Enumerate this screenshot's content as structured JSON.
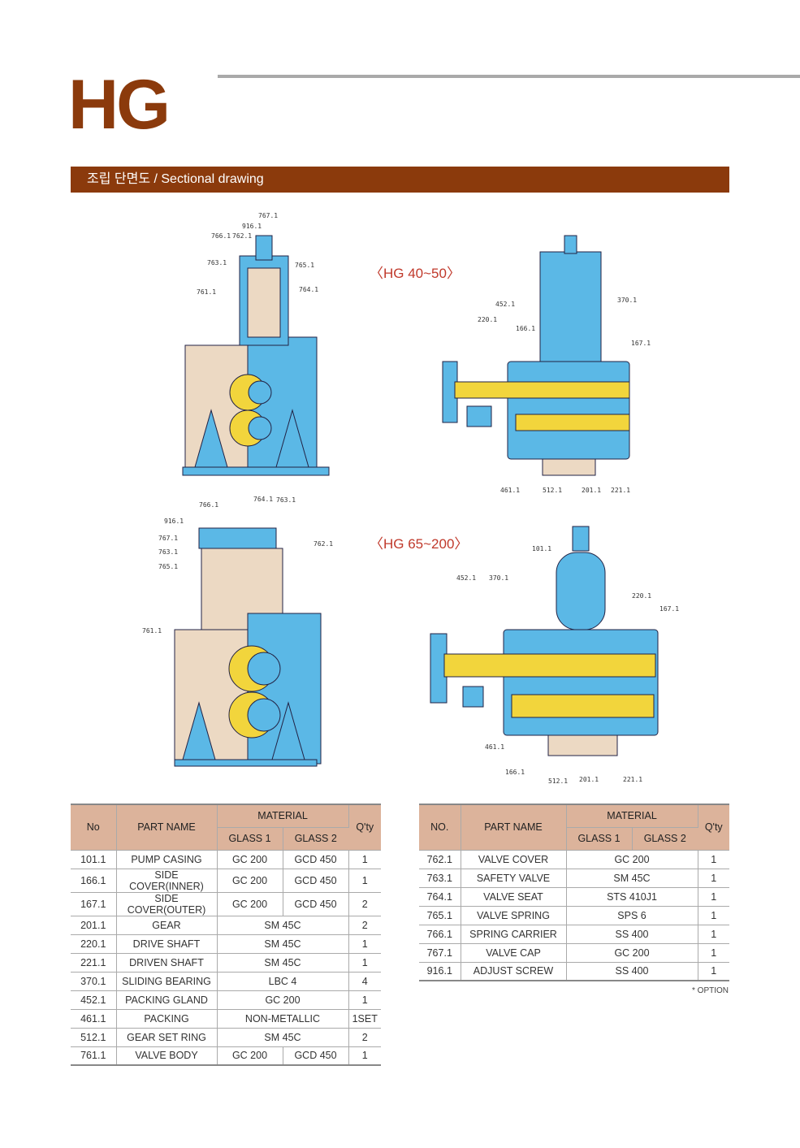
{
  "brand": "HG",
  "section_title": "조립 단면도 / Sectional drawing",
  "models": [
    "〈HG 40~50〉",
    "〈HG 65~200〉"
  ],
  "diagrams": {
    "top_left": [
      "767.1",
      "916.1",
      "766.1",
      "762.1",
      "763.1",
      "765.1",
      "761.1",
      "764.1"
    ],
    "top_right": [
      "452.1",
      "220.1",
      "166.1",
      "370.1",
      "167.1",
      "461.1",
      "512.1",
      "201.1",
      "221.1"
    ],
    "bottom_left": [
      "766.1",
      "764.1",
      "763.1",
      "916.1",
      "767.1",
      "763.1",
      "765.1",
      "762.1",
      "761.1"
    ],
    "bottom_right": [
      "101.1",
      "452.1",
      "370.1",
      "220.1",
      "167.1",
      "461.1",
      "166.1",
      "512.1",
      "201.1",
      "221.1"
    ]
  },
  "table1": {
    "headers": {
      "no": "No",
      "part": "PART NAME",
      "material": "MATERIAL",
      "g1": "GLASS 1",
      "g2": "GLASS 2",
      "qty": "Q'ty"
    },
    "rows": [
      [
        "101.1",
        "PUMP CASING",
        "GC 200",
        "GCD 450",
        "1"
      ],
      [
        "166.1",
        "SIDE COVER(INNER)",
        "GC 200",
        "GCD 450",
        "1"
      ],
      [
        "167.1",
        "SIDE COVER(OUTER)",
        "GC 200",
        "GCD 450",
        "2"
      ],
      [
        "201.1",
        "GEAR",
        "SM 45C",
        "",
        "2"
      ],
      [
        "220.1",
        "DRIVE SHAFT",
        "SM 45C",
        "",
        "1"
      ],
      [
        "221.1",
        "DRIVEN SHAFT",
        "SM 45C",
        "",
        "1"
      ],
      [
        "370.1",
        "SLIDING BEARING",
        "LBC 4",
        "",
        "4"
      ],
      [
        "452.1",
        "PACKING GLAND",
        "GC 200",
        "",
        "1"
      ],
      [
        "461.1",
        "PACKING",
        "NON-METALLIC",
        "",
        "1SET"
      ],
      [
        "512.1",
        "GEAR SET RING",
        "SM 45C",
        "",
        "2"
      ],
      [
        "761.1",
        "VALVE BODY",
        "GC 200",
        "GCD 450",
        "1"
      ]
    ]
  },
  "table2": {
    "headers": {
      "no": "NO.",
      "part": "PART NAME",
      "material": "MATERIAL",
      "g1": "GLASS 1",
      "g2": "GLASS 2",
      "qty": "Q'ty"
    },
    "rows": [
      [
        "762.1",
        "VALVE COVER",
        "GC 200",
        "1"
      ],
      [
        "763.1",
        "SAFETY VALVE",
        "SM 45C",
        "1"
      ],
      [
        "764.1",
        "VALVE SEAT",
        "STS 410J1",
        "1"
      ],
      [
        "765.1",
        "VALVE SPRING",
        "SPS 6",
        "1"
      ],
      [
        "766.1",
        "SPRING CARRIER",
        "SS 400",
        "1"
      ],
      [
        "767.1",
        "VALVE CAP",
        "GC 200",
        "1"
      ],
      [
        "916.1",
        "ADJUST SCREW",
        "SS 400",
        "1"
      ]
    ]
  },
  "option_note": "* OPTION",
  "colors": {
    "brand": "#8b3a0c",
    "blue": "#5bb8e6",
    "beige": "#ecd9c3",
    "yellow": "#f2d53c",
    "header": "#dcb39b"
  }
}
